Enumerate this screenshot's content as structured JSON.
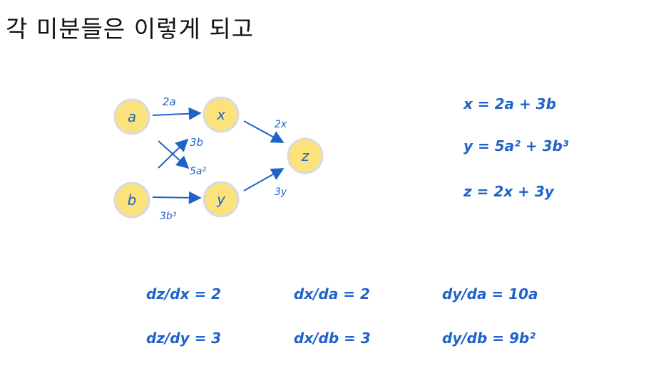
{
  "title": "각 미분들은 이렇게 되고",
  "colors": {
    "node_fill": "#fbe27a",
    "node_stroke": "#d9d9e6",
    "ink": "#1f63c9"
  },
  "graph": {
    "nodes": {
      "a": "a",
      "b": "b",
      "x": "x",
      "y": "y",
      "z": "z"
    },
    "edges": {
      "a_x": "2a",
      "b_x": "3b",
      "a_y": "5a²",
      "b_y": "3b³",
      "x_z": "2x",
      "y_z": "3y"
    }
  },
  "equations": {
    "x": "x = 2a + 3b",
    "y": "y = 5a² + 3b³",
    "z": "z = 2x + 3y"
  },
  "derivatives": {
    "dz_dx": "dz/dx = 2",
    "dx_da": "dx/da = 2",
    "dy_da": "dy/da = 10a",
    "dz_dy": "dz/dy = 3",
    "dx_db": "dx/db = 3",
    "dy_db": "dy/db = 9b²"
  }
}
